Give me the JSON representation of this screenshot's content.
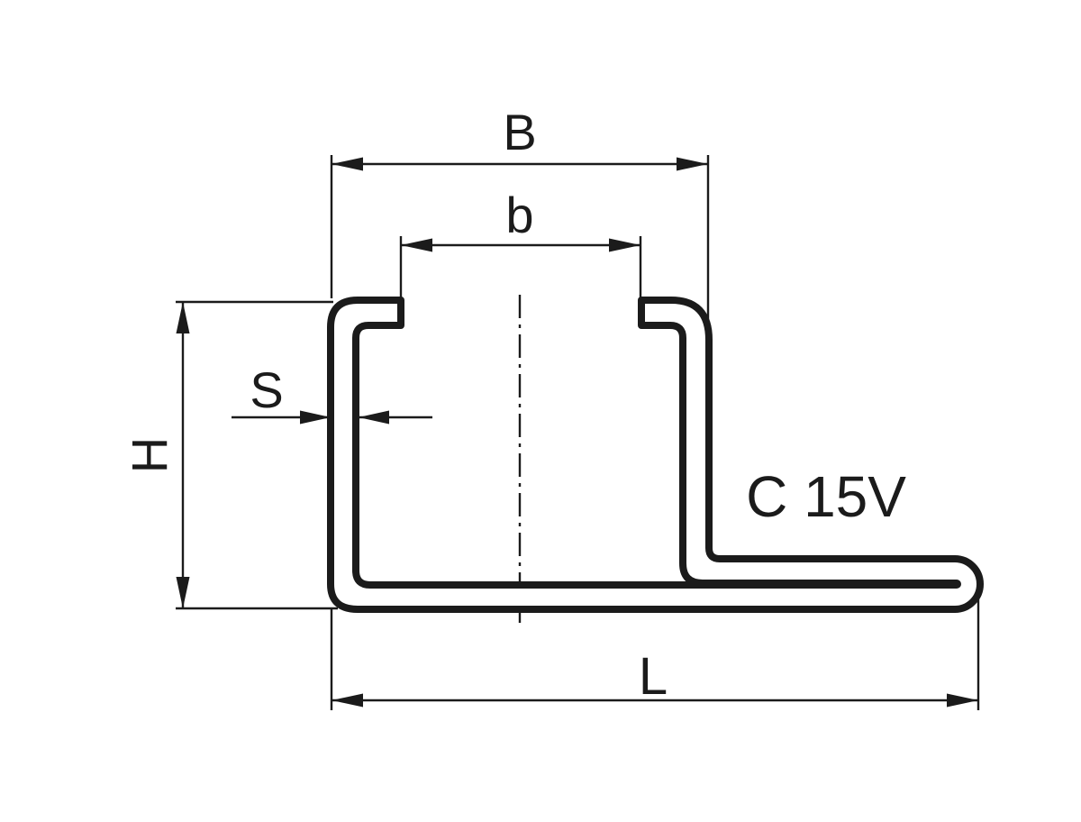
{
  "drawing": {
    "designation": "C 15V",
    "dimension_labels": {
      "overall_width": "B",
      "slot_width": "b",
      "wall_thickness": "S",
      "height": "H",
      "overall_length": "L"
    },
    "colors": {
      "line": "#1b1b1b",
      "background": "#ffffff"
    }
  }
}
